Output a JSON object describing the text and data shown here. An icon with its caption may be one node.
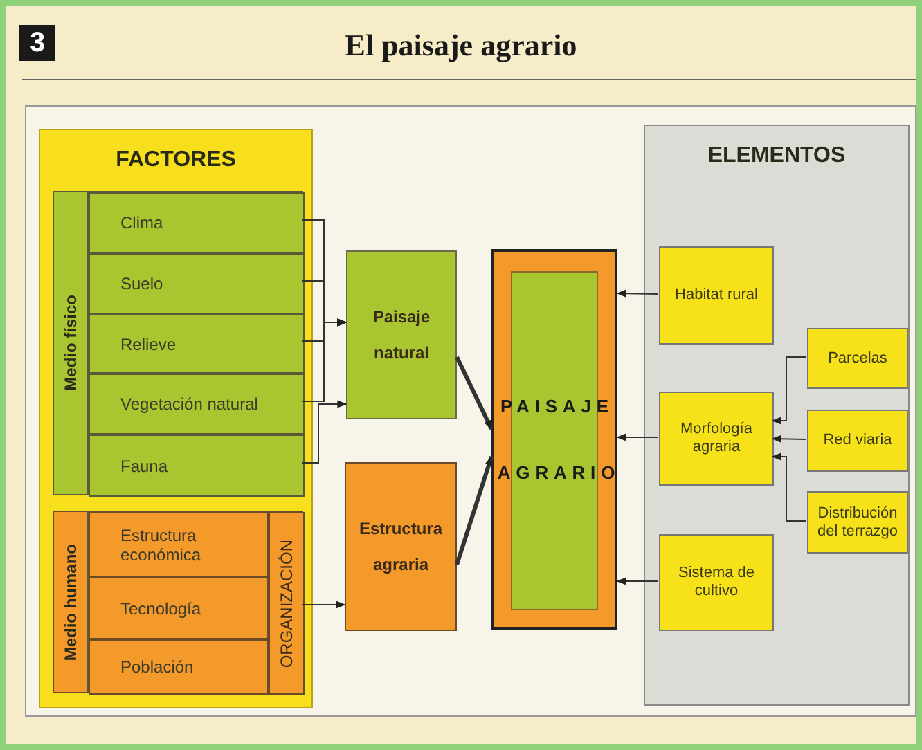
{
  "diagram": {
    "title": "El paisaje agrario",
    "nodes": [
      {
        "text": [
          "FACTORES"
        ]
      },
      {
        "text": [
          "Medio físico"
        ],
        "in": 0
      },
      {
        "text": [
          "Clima"
        ],
        "in": 1
      },
      {
        "text": [
          "Suelo"
        ],
        "in": 1
      },
      {
        "text": [
          "Relieve"
        ],
        "in": 1
      },
      {
        "text": [
          "Vegetación natural"
        ],
        "in": 1
      },
      {
        "text": [
          "Fauna"
        ],
        "in": 1
      },
      {
        "text": [
          "Medio humano"
        ],
        "in": 0
      },
      {
        "text": [
          "Estructura económica"
        ],
        "in": 7
      },
      {
        "text": [
          "Tecnología"
        ],
        "in": 7
      },
      {
        "text": [
          "Población"
        ],
        "in": 7
      },
      {
        "text": [
          "ORGANIZACIÓN"
        ],
        "in": 7
      },
      {
        "text": [
          "Paisaje natural"
        ]
      },
      {
        "text": [
          "Estructura agraria"
        ]
      },
      {
        "text": [
          "PAISAJE AGRARIO"
        ]
      },
      {
        "text": [
          "ELEMENTOS"
        ]
      },
      {
        "text": [
          "Habitat rural"
        ],
        "in": 15
      },
      {
        "text": [
          "Morfología agraria"
        ],
        "in": 15
      },
      {
        "text": [
          "Sistema de cultivo"
        ],
        "in": 15
      },
      {
        "text": [
          "Parcelas"
        ],
        "in": 15
      },
      {
        "text": [
          "Red viaria"
        ],
        "in": 15
      },
      {
        "text": [
          "Distribución del terrazgo"
        ],
        "in": 15
      }
    ],
    "edges": [
      {
        "from": 2,
        "to": 12,
        "arrow": "to"
      },
      {
        "from": 3,
        "to": 12,
        "arrow": "to"
      },
      {
        "from": 4,
        "to": 12,
        "arrow": "to"
      },
      {
        "from": 5,
        "to": 12,
        "arrow": "to"
      },
      {
        "from": 6,
        "to": 12,
        "arrow": "to"
      },
      {
        "from": 11,
        "to": 13,
        "arrow": "to"
      },
      {
        "from": 12,
        "to": 14,
        "arrow": "to",
        "style": "thick"
      },
      {
        "from": 13,
        "to": 14,
        "arrow": "to",
        "style": "thick"
      },
      {
        "from": 16,
        "to": 14,
        "arrow": "to"
      },
      {
        "from": 17,
        "to": 14,
        "arrow": "to"
      },
      {
        "from": 18,
        "to": 14,
        "arrow": "to"
      },
      {
        "from": 19,
        "to": 17,
        "arrow": "to"
      },
      {
        "from": 20,
        "to": 17,
        "arrow": "to"
      },
      {
        "from": 21,
        "to": 17,
        "arrow": "to"
      }
    ],
    "labels": [
      "3"
    ]
  }
}
